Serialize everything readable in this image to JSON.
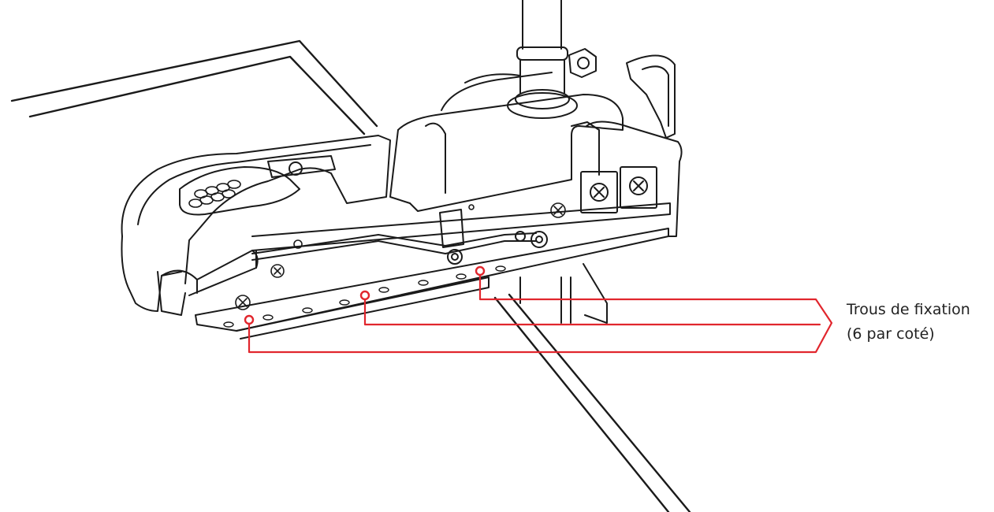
{
  "callout": {
    "line1": "Trous de fixation",
    "line2": "(6 par coté)"
  },
  "colors": {
    "outline": "#1a1a1a",
    "callout_lines": "#e1262d",
    "background": "#ffffff"
  },
  "icons": [
    "screw-icon",
    "mounting-hole-marker",
    "keypad-icon"
  ]
}
